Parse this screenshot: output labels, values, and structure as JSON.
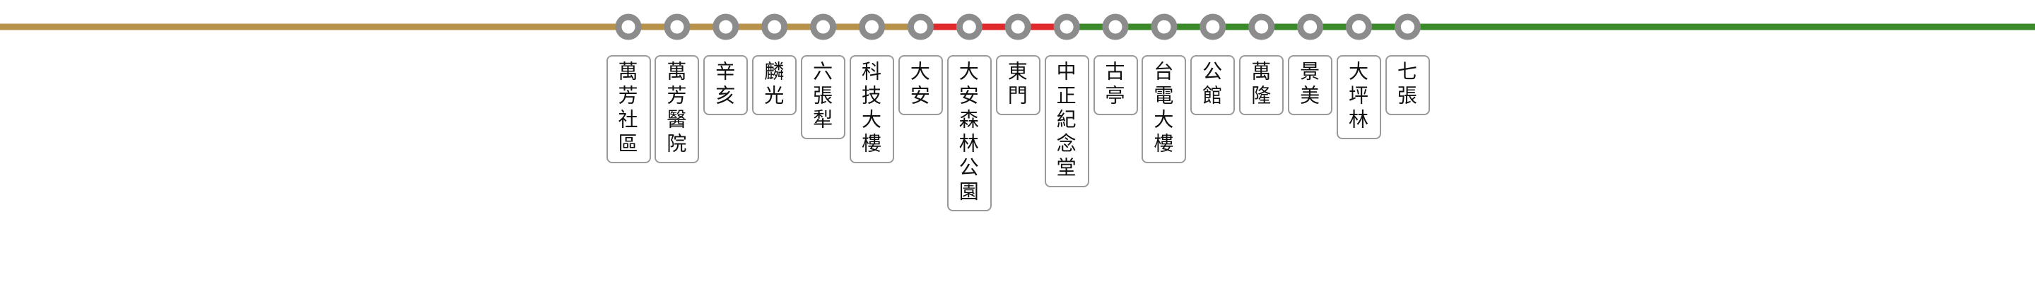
{
  "colors": {
    "brown_line": "#b8914a",
    "red_line": "#e0292b",
    "green_line": "#3a8a2a",
    "station_ring": "#8c8c8c",
    "label_border": "#9a9a9a"
  },
  "stations": [
    {
      "name": "萬芳社區",
      "line_after": "brown"
    },
    {
      "name": "萬芳醫院",
      "line_after": "brown"
    },
    {
      "name": "辛亥",
      "line_after": "brown"
    },
    {
      "name": "麟光",
      "line_after": "brown"
    },
    {
      "name": "六張犁",
      "line_after": "brown"
    },
    {
      "name": "科技大樓",
      "line_after": "brown"
    },
    {
      "name": "大安",
      "line_after": "red"
    },
    {
      "name": "大安森林公園",
      "line_after": "red"
    },
    {
      "name": "東門",
      "line_after": "red"
    },
    {
      "name": "中正紀念堂",
      "line_after": "green"
    },
    {
      "name": "古亭",
      "line_after": "green"
    },
    {
      "name": "台電大樓",
      "line_after": "green"
    },
    {
      "name": "公館",
      "line_after": "green"
    },
    {
      "name": "萬隆",
      "line_after": "green"
    },
    {
      "name": "景美",
      "line_after": "green"
    },
    {
      "name": "大坪林",
      "line_after": "green"
    },
    {
      "name": "七張",
      "line_after": "green"
    }
  ]
}
